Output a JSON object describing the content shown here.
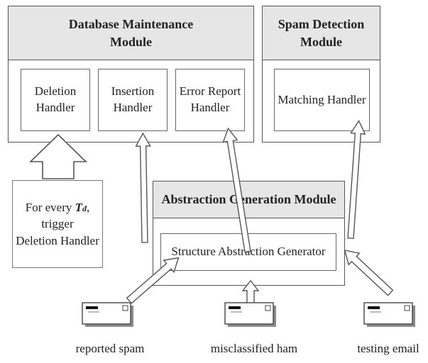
{
  "modules": {
    "database_maintenance": {
      "title_line1": "Database Maintenance",
      "title_line2": "Module",
      "handlers": [
        {
          "line1": "Deletion",
          "line2": "Handler"
        },
        {
          "line1": "Insertion",
          "line2": "Handler"
        },
        {
          "line1": "Error Report",
          "line2": "Handler"
        }
      ]
    },
    "spam_detection": {
      "title_line1": "Spam Detection",
      "title_line2": "Module",
      "handler": "Matching Handler"
    },
    "abstraction_generation": {
      "title": "Abstraction Generation Module",
      "generator": "Structure Abstraction Generator"
    }
  },
  "note": {
    "line1_prefix": "For every ",
    "line1_var": "T",
    "line1_sub": "d",
    "line1_suffix": ",",
    "line2": "trigger",
    "line3": "Deletion Handler"
  },
  "inputs": [
    {
      "label": "reported spam",
      "icon": "envelope-icon"
    },
    {
      "label": "misclassified ham",
      "icon": "envelope-icon"
    },
    {
      "label": "testing email",
      "icon": "envelope-icon"
    }
  ]
}
